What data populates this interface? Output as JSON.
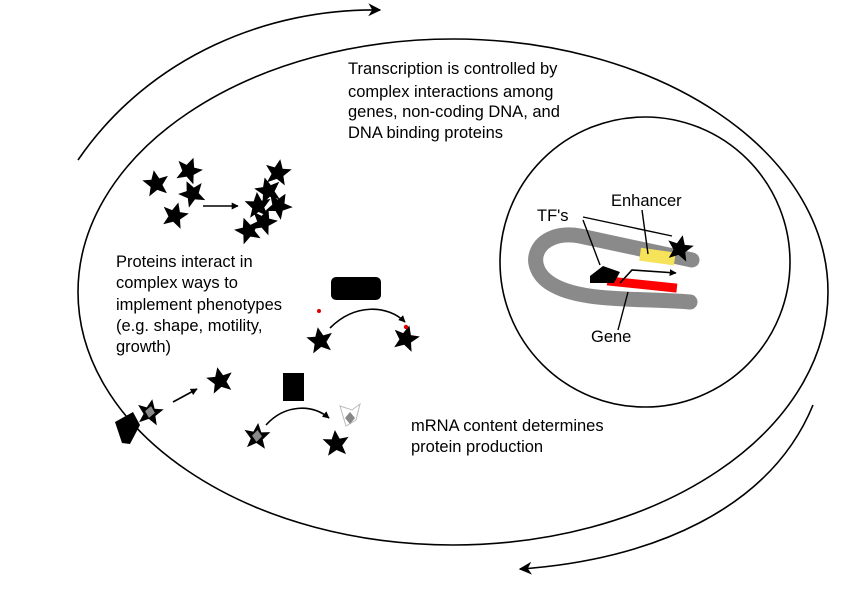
{
  "captions": {
    "transcription": [
      "Transcription is controlled by",
      "complex interactions among",
      "genes, non-coding DNA, and",
      "DNA binding proteins"
    ],
    "proteins": [
      "Proteins interact in",
      "complex ways to",
      "implement phenotypes",
      "(e.g. shape,  motility,",
      " growth)"
    ],
    "mrna": [
      "mRNA content determines",
      "protein production"
    ]
  },
  "nucleus_labels": {
    "tfs": "TF's",
    "enhancer": "Enhancer",
    "gene": "Gene"
  },
  "colors": {
    "ink": "#000000",
    "dna": "#8a8a8a",
    "enhancer": "#f7e35a",
    "gene": "#ff0000",
    "small_molecule": "#e00000",
    "protein_gray": "#888888"
  }
}
